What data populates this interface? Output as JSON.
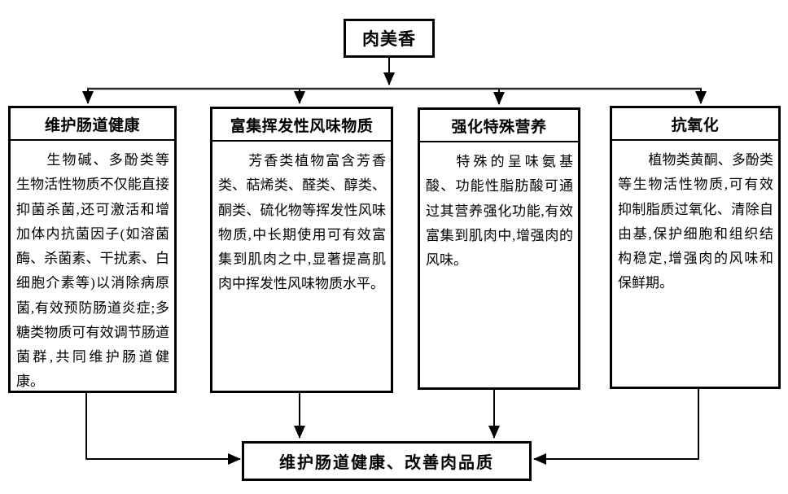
{
  "root": {
    "label": "肉美香"
  },
  "branches": [
    {
      "id": "intestinal-health",
      "header": "维护肠道健康",
      "body": "生物碱、多酚类等生物活性物质不仅能直接抑菌杀菌,还可激活和增加体内抗菌因子(如溶菌酶、杀菌素、干扰素、白细胞介素等)以消除病原菌,有效预防肠道炎症;多糖类物质可有效调节肠道菌群,共同维护肠道健康。"
    },
    {
      "id": "flavor-enrichment",
      "header": "富集挥发性风味物质",
      "body": "芳香类植物富含芳香类、萜烯类、醛类、醇类、酮类、硫化物等挥发性风味物质,中长期使用可有效富集到肌肉之中,显著提高肌肉中挥发性风味物质水平。"
    },
    {
      "id": "special-nutrition",
      "header": "强化特殊营养",
      "body": "特殊的呈味氨基酸、功能性脂肪酸可通过其营养强化功能,有效富集到肌肉中,增强肉的风味。"
    },
    {
      "id": "antioxidant",
      "header": "抗氧化",
      "body": "植物类黄酮、多酚类等生物活性物质,可有效抑制脂质过氧化、清除自由基,保护细胞和组织结构稳定,增强肉的风味和保鲜期。"
    }
  ],
  "result": {
    "label": "维护肠道健康、改善肉品质"
  },
  "colors": {
    "line": "#000000",
    "distributor_line": "#2a2a2a",
    "border": "#000000",
    "background": "#ffffff",
    "text": "#000000"
  }
}
